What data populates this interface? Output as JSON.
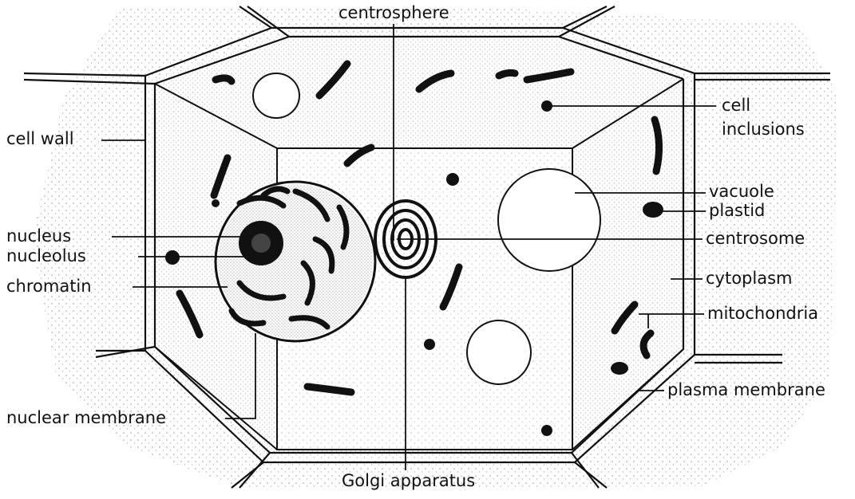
{
  "colors": {
    "ink": "#111111",
    "stipple": "#8a8a8a",
    "background": "#ffffff"
  },
  "labels": {
    "centrosphere": "centrosphere",
    "cell_wall": "cell wall",
    "cell_inclusions_1": "cell",
    "cell_inclusions_2": "inclusions",
    "vacuole": "vacuole",
    "plastid": "plastid",
    "nucleus": "nucleus",
    "nucleolus": "nucleolus",
    "centrosome": "centrosome",
    "chromatin": "chromatin",
    "cytoplasm": "cytoplasm",
    "mitochondria": "mitochondria",
    "plasma_membrane": "plasma membrane",
    "nuclear_membrane": "nuclear membrane",
    "golgi_apparatus": "Golgi apparatus"
  }
}
